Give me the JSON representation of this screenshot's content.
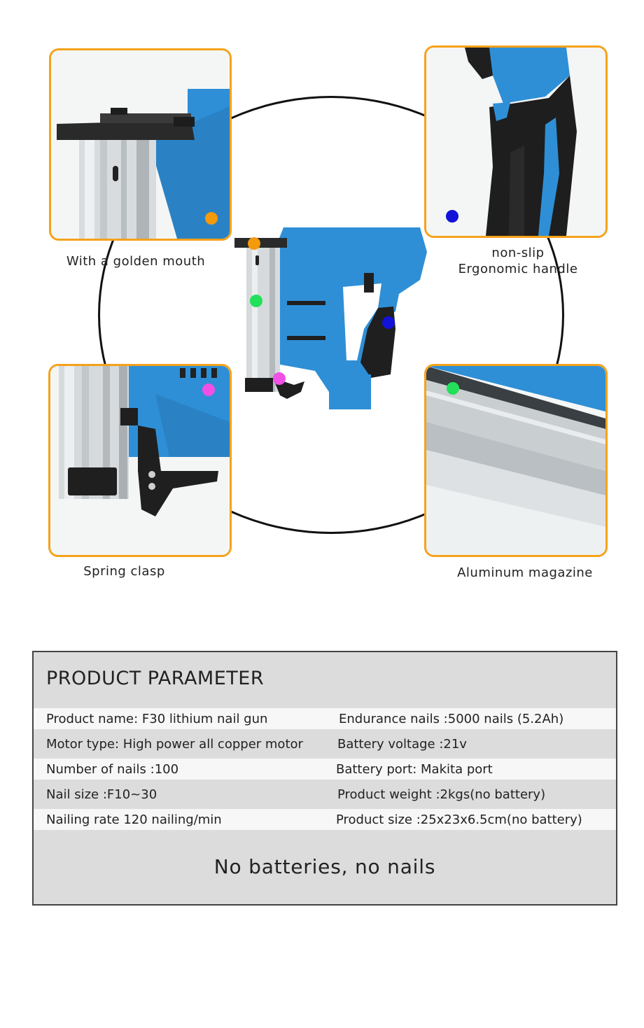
{
  "features": {
    "golden_mouth": "With a golden mouth",
    "handle_line1": "non-slip",
    "handle_line2": "Ergonomic handle",
    "spring_clasp": "Spring clasp",
    "aluminum_magazine": "Aluminum magazine"
  },
  "colors": {
    "frame": "#f5a21b",
    "tool_blue": "#2e8fd6",
    "marker_orange": "#f59a0c",
    "marker_blue": "#1212d8",
    "marker_magenta": "#f050e6",
    "marker_green": "#22e05a"
  },
  "parameters": {
    "title": "PRODUCT PARAMETER",
    "rows": [
      {
        "left": "Product name: F30 lithium nail gun",
        "right": "Endurance nails :5000 nails (5.2Ah)"
      },
      {
        "left": "Motor type: High power all copper motor",
        "right": "Battery voltage :21v"
      },
      {
        "left": "Number of nails :100",
        "right": "Battery port: Makita port"
      },
      {
        "left": "Nail size :F10~30",
        "right": "Product weight :2kgs(no battery)"
      },
      {
        "left": "Nailing rate 120 nailing/min",
        "right": "Product size :25x23x6.5cm(no battery)"
      }
    ],
    "note": "No batteries, no nails"
  }
}
